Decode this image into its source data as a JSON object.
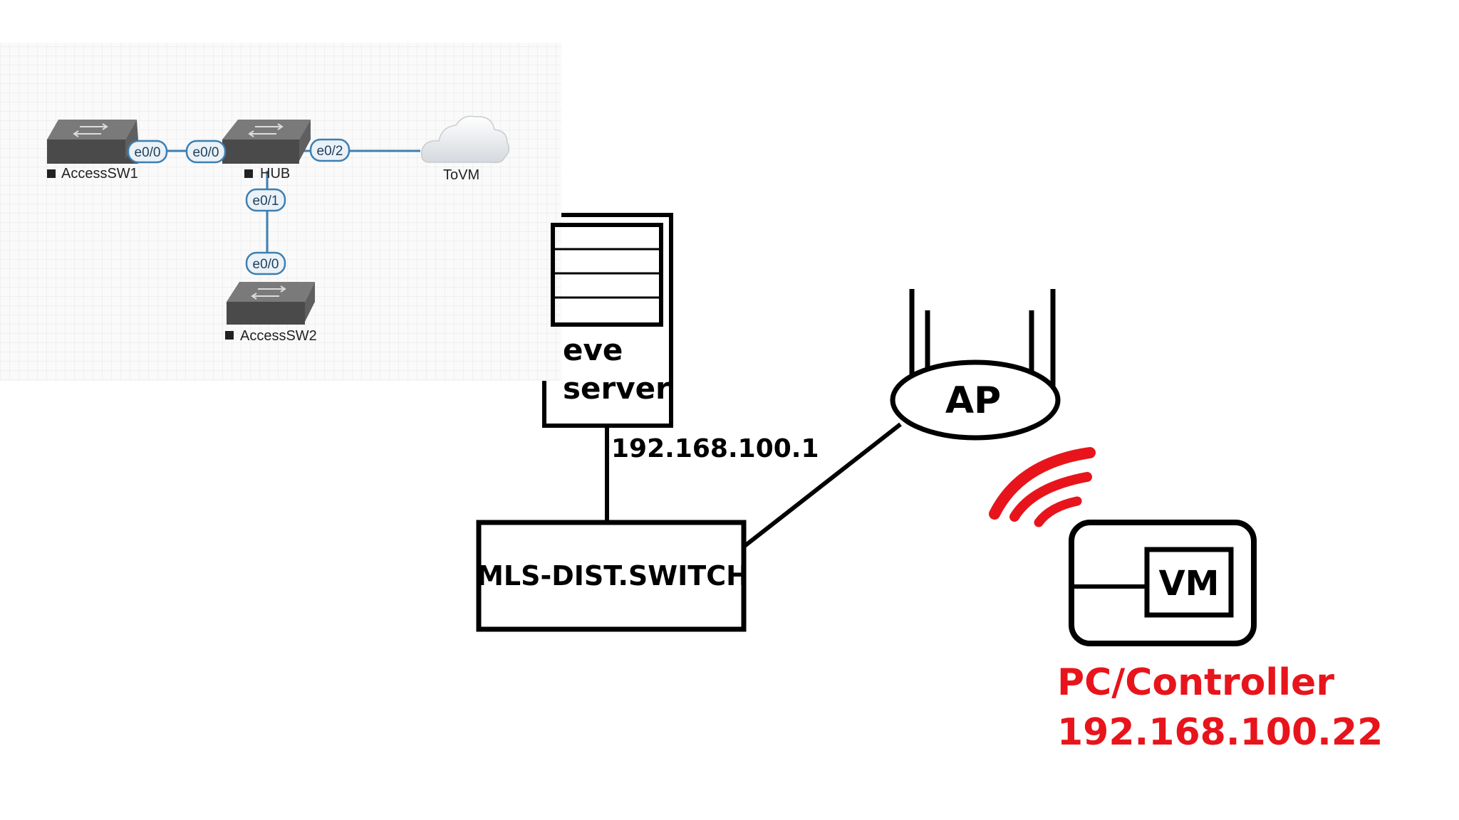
{
  "eve_topology": {
    "nodes": {
      "access_sw1": "AccessSW1",
      "hub": "HUB",
      "access_sw2": "AccessSW2",
      "cloud": "ToVM"
    },
    "interfaces": {
      "sw1_e00": "e0/0",
      "hub_e00": "e0/0",
      "hub_e02": "e0/2",
      "hub_e01": "e0/1",
      "sw2_e00": "e0/0"
    },
    "colors": {
      "link": "#3d7fb0",
      "grid": "#e6e6e6",
      "switch_top": "#7a7a7a",
      "switch_front": "#4a4a4a"
    }
  },
  "drawing": {
    "server_line1": "eve",
    "server_line2": "server",
    "server_ip": "192.168.100.1",
    "switch_label": "MLS-DIST.SWITCH",
    "ap_label": "AP",
    "vm_label": "VM",
    "controller_label": "PC/Controller",
    "controller_ip": "192.168.100.22",
    "colors": {
      "ink": "#000000",
      "wifi": "#e8141c",
      "controller_text": "#e8141c"
    }
  }
}
